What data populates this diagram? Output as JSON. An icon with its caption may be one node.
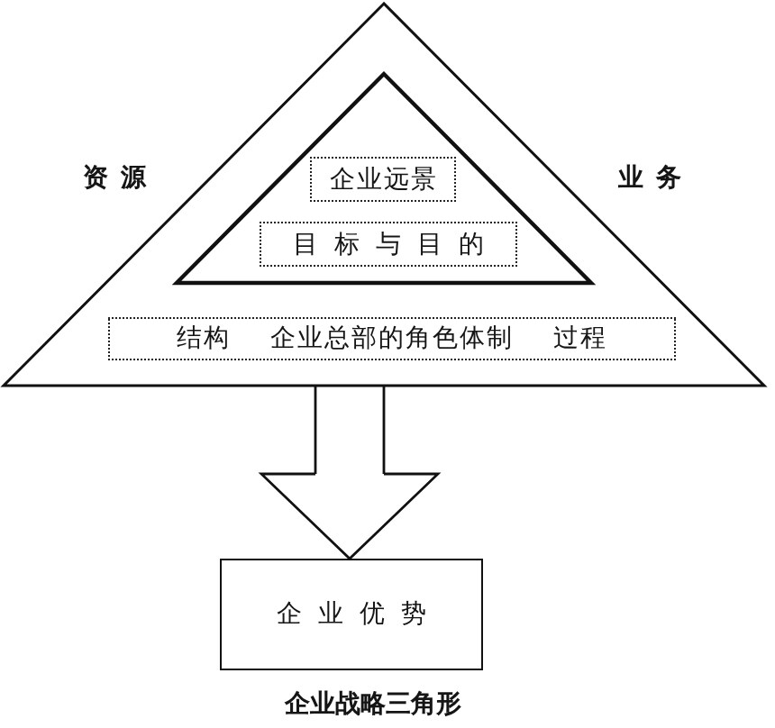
{
  "diagram": {
    "caption": "企业战略三角形",
    "nodes": [
      {
        "text": [],
        "shape": "triangle",
        "beside": [
          "资源",
          "业务"
        ]
      },
      {
        "text": [],
        "shape": "triangle",
        "in": 0
      },
      {
        "text": [
          "企业远景"
        ],
        "in": 1
      },
      {
        "text": [
          "目标与目的"
        ],
        "in": 1
      },
      {
        "text": [
          "结构",
          "企业总部的角色体制",
          "过程"
        ],
        "in": 0
      },
      {
        "text": [
          "企业优势"
        ]
      }
    ],
    "edges": [
      {
        "from": 0,
        "to": 5,
        "arrow": "to"
      }
    ]
  }
}
